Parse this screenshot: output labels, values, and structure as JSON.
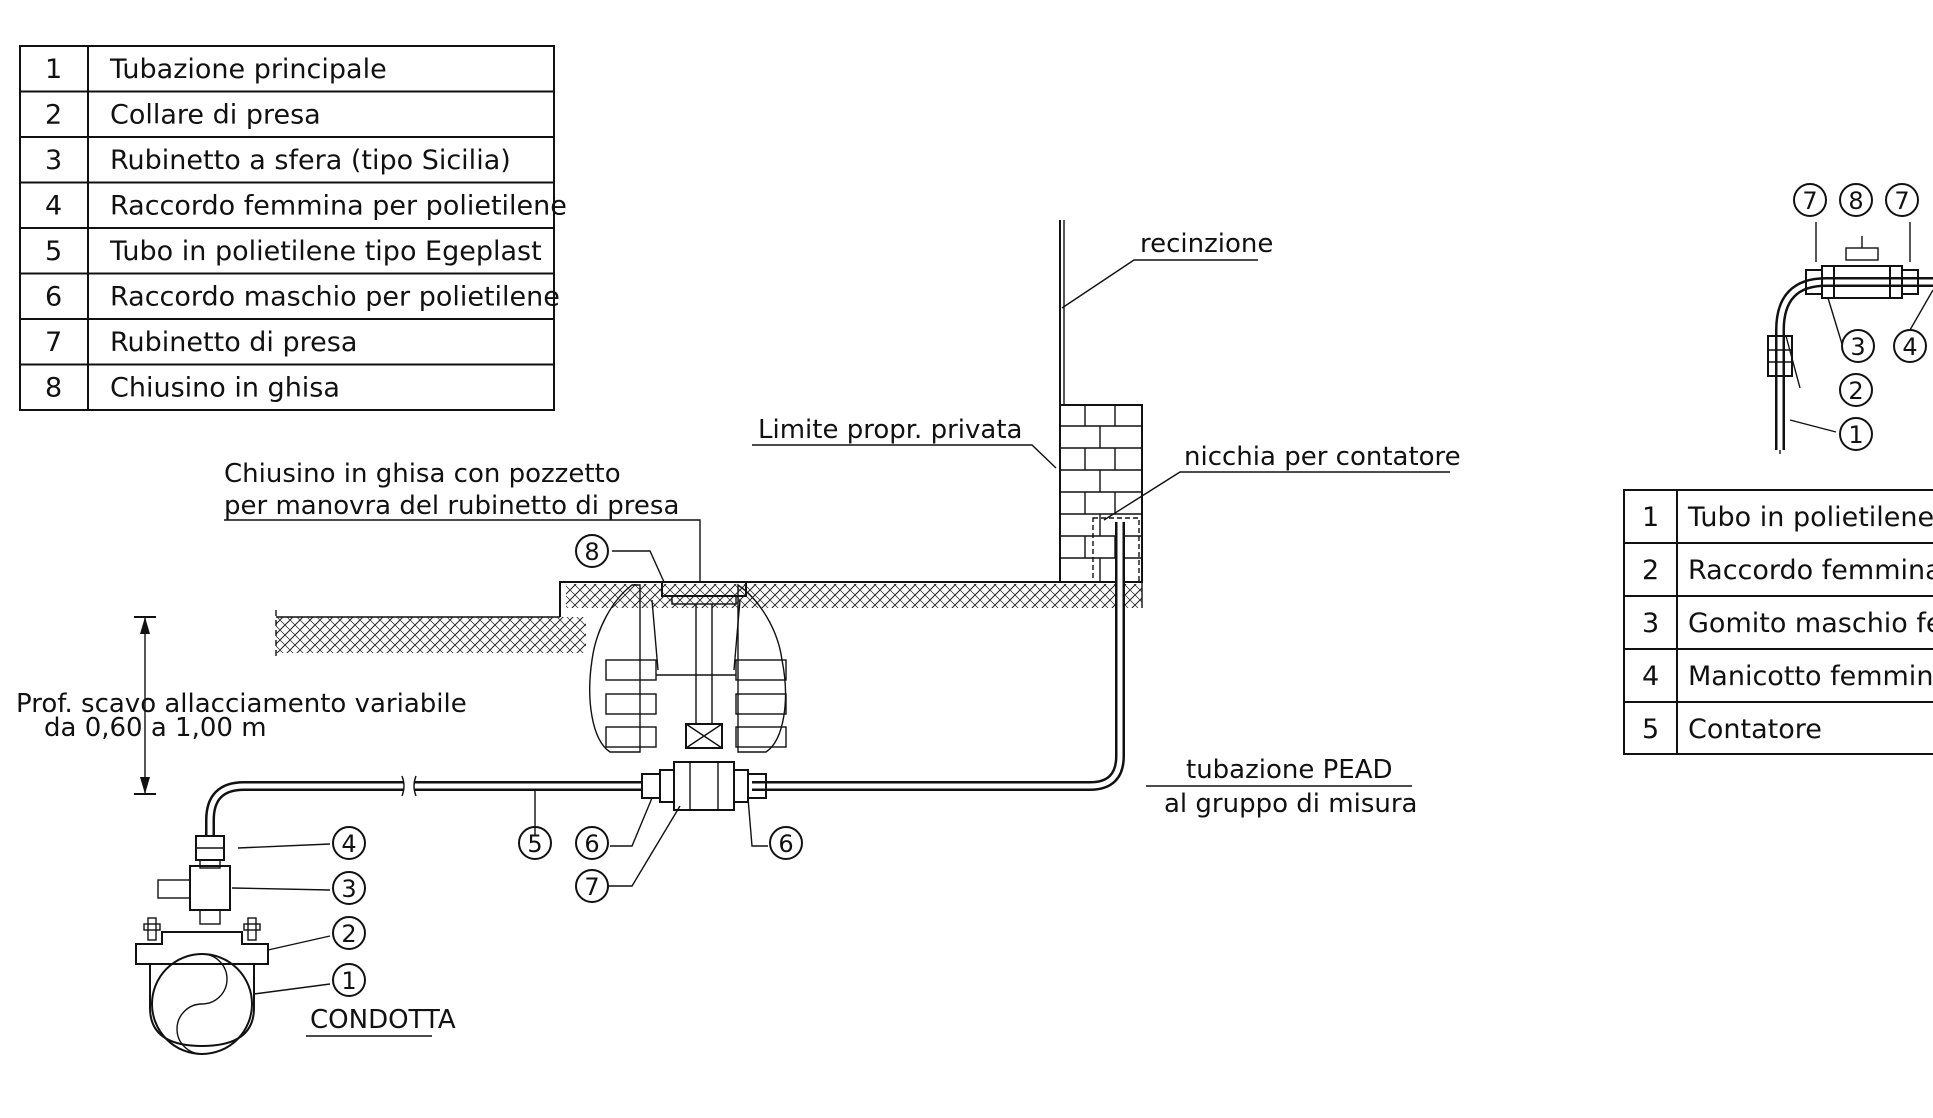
{
  "legend_main": [
    {
      "n": "1",
      "label": "Tubazione principale"
    },
    {
      "n": "2",
      "label": "Collare di presa"
    },
    {
      "n": "3",
      "label": "Rubinetto a sfera (tipo Sicilia)"
    },
    {
      "n": "4",
      "label": "Raccordo femmina per polietilene"
    },
    {
      "n": "5",
      "label": "Tubo in polietilene tipo Egeplast"
    },
    {
      "n": "6",
      "label": "Raccordo maschio per polietilene"
    },
    {
      "n": "7",
      "label": "Rubinetto di presa"
    },
    {
      "n": "8",
      "label": "Chiusino in ghisa"
    }
  ],
  "legend_detail": [
    {
      "n": "1",
      "label": "Tubo in polietilene"
    },
    {
      "n": "2",
      "label": "Raccordo femmina"
    },
    {
      "n": "3",
      "label": "Gomito maschio fer"
    },
    {
      "n": "4",
      "label": "Manicotto femmina"
    },
    {
      "n": "5",
      "label": "Contatore"
    }
  ],
  "labels": {
    "fence": "recinzione",
    "property_limit": "Limite propr. privata",
    "meter_niche": "nicchia per contatore",
    "manhole_line1": "Chiusino in ghisa con pozzetto",
    "manhole_line2": "per manovra del rubinetto di presa",
    "depth_line1": "Prof. scavo allacciamento variabile",
    "depth_line2": "da 0,60 a 1,00 m",
    "pipe_line1": "tubazione PEAD",
    "pipe_line2": "al gruppo di misura",
    "main_pipe": "CONDOTTA"
  },
  "callouts_main": [
    "8",
    "4",
    "3",
    "2",
    "1",
    "5",
    "6",
    "7",
    "6"
  ],
  "callouts_detail": [
    "7",
    "8",
    "7",
    "3",
    "4",
    "2",
    "1"
  ]
}
